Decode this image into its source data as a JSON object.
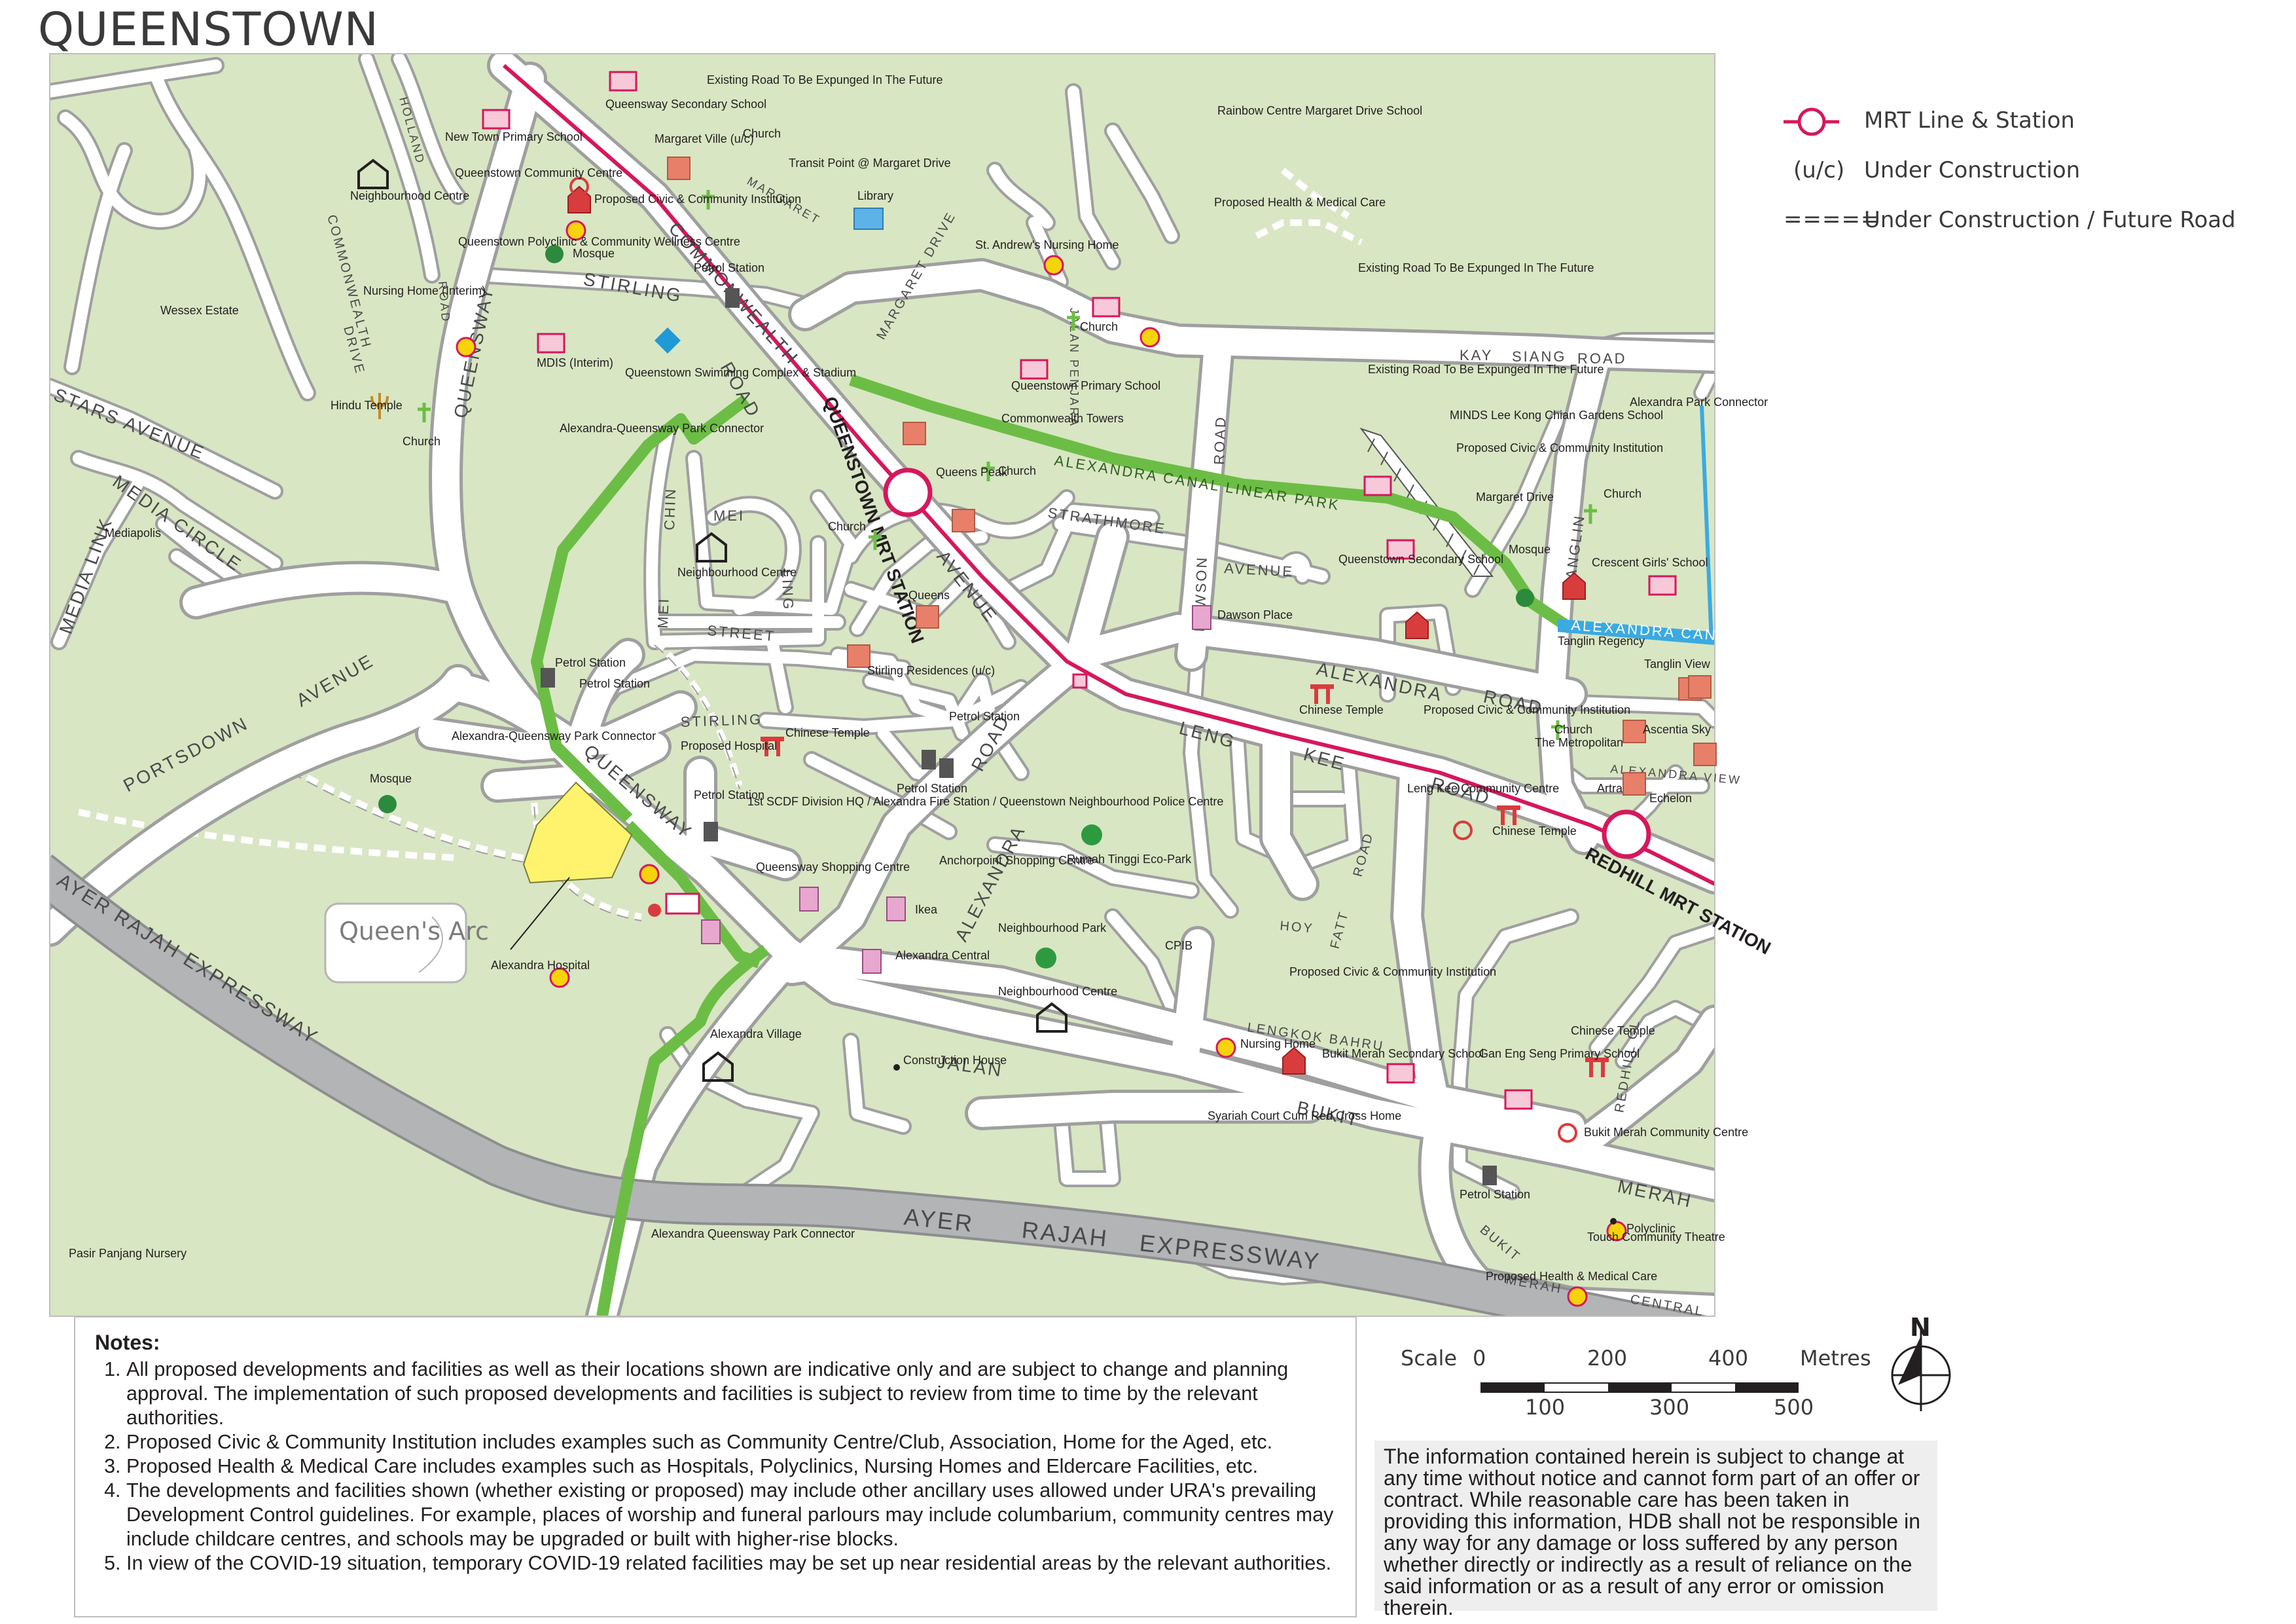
{
  "title": "QUEENSTOWN",
  "legend": {
    "mrt": "MRT Line & Station",
    "uc_symbol": "(u/c)",
    "uc": "Under Construction",
    "future_symbol": "=====",
    "future": "Under Construction / Future Road"
  },
  "colors": {
    "map_bg": "#d8e6c3",
    "road": "#ffffff",
    "road_edge": "#a8a8a8",
    "expressway": "#b3b4b6",
    "mrt_line": "#d6175d",
    "park_connector": "#6cbd45",
    "canal": "#3aaae1",
    "site": "#fff36d"
  },
  "roads": {
    "commonwealth_avenue": "AVENUE",
    "commonwealth": "COMMONWEALTH",
    "queensway": "QUEENSWAY",
    "queensway_south": "QUEENSWAY",
    "stirling_road": "STIRLING",
    "road": "ROAD",
    "stars_avenue": "STARS AVENUE",
    "media_circle": "MEDIA CIRCLE",
    "media_link": "MEDIA LINK",
    "portsdown_avenue": "PORTSDOWN",
    "avenue": "AVENUE",
    "ayer_rajah_expressway_nw": "AYER RAJAH EXPRESSWAY",
    "ayer": "AYER",
    "rajah": "RAJAH",
    "expressway": "EXPRESSWAY",
    "alexandra_road": "ALEXANDRA",
    "alexandra_road_s": "ROAD",
    "alexandra_road_v": "ALEXANDRA",
    "leng": "LENG",
    "kee": "KEE",
    "kee_road": "ROAD",
    "kay": "KAY",
    "siang": "SIANG",
    "kay_road": "ROAD",
    "strathmore": "STRATHMORE",
    "strathmore_avenue": "AVENUE",
    "dawson": "DAWSON",
    "tanglin": "TANGLIN",
    "mei_chin": "MEI",
    "chin": "CHIN",
    "mei_ling": "MEI",
    "ling": "LING",
    "street": "STREET",
    "margaret_drive": "MARGARET DRIVE",
    "margaret": "MARGARET",
    "jalan": "JALAN",
    "bukit": "BUKIT",
    "merah": "MERAH",
    "bukit_merah_central": "BUKIT",
    "merah_central_1": "MERAH",
    "central": "CENTRAL",
    "hoy_fatt": "HOY",
    "fatt": "FATT",
    "fatt_road": "ROAD",
    "lengkok_bahru": "LENGKOK BAHRU",
    "jalan_penjara": "JALAN PENJARA",
    "commonwealth_drive": "COMMONWEALTH",
    "drive": "DRIVE",
    "dover_road": "ROAD",
    "holland": "HOLLAND",
    "alexandra_view": "ALEXANDRA VIEW",
    "canal_linear_park": "ALEXANDRA   CANAL   LINEAR   PARK",
    "alexandra_canal": "ALEXANDRA  CANAL",
    "redhill_close": "REDHILL CL"
  },
  "stations": {
    "queenstown": "QUEENSTOWN MRT STATION",
    "redhill": "REDHILL MRT STATION"
  },
  "labels": {
    "existing_road_expunged_1": "Existing Road To Be Expunged In The Future",
    "queensway_secondary": "Queensway Secondary School",
    "margaret_ville": "Margaret Ville (u/c)",
    "church_1": "Church",
    "transit_point": "Transit Point @ Margaret Drive",
    "library": "Library",
    "new_town_primary": "New Town Primary School",
    "queenstown_cc": "Queenstown Community Centre",
    "proposed_civic_1": "Proposed Civic & Community Institution",
    "neighbourhood_centre_1": "Neighbourhood Centre",
    "polyclinic": "Queenstown Polyclinic & Community Wellness Centre",
    "mosque_1": "Mosque",
    "petrol_1": "Petrol Station",
    "nursing_home_interim": "Nursing Home (Interim)",
    "wessex": "Wessex Estate",
    "mdis": "MDIS (Interim)",
    "swimming": "Queenstown Swimming Complex & Stadium",
    "hindu_temple": "Hindu Temple",
    "church_2": "Church",
    "aq_park_connector_1": "Alexandra-Queensway Park Connector",
    "mediapolis": "Mediapolis",
    "neighbourhood_centre_2": "Neighbourhood Centre",
    "church_3": "Church",
    "queens": "Queens",
    "stirling_residences": "Stirling Residences (u/c)",
    "petrol_2": "Petrol Station",
    "petrol_3": "Petrol Station",
    "chinese_temple_1": "Chinese Temple",
    "petrol_4": "Petrol Station",
    "petrol_5": "Petrol Station",
    "aq_park_connector_2": "Alexandra-Queensway Park Connector",
    "mosque_2": "Mosque",
    "proposed_hospital": "Proposed Hospital",
    "petrol_6": "Petrol Station",
    "scdf": "1st SCDF Division HQ / Alexandra Fire Station / Queenstown Neighbourhood Police Centre",
    "queensway_sc": "Queensway Shopping Centre",
    "anchorpoint": "Anchorpoint Shopping Centre",
    "ikea": "Ikea",
    "alexandra_central": "Alexandra Central",
    "rumah_tinggi": "Rumah Tinggi Eco-Park",
    "neighbourhood_park": "Neighbourhood Park",
    "neighbourhood_centre_3": "Neighbourhood Centre",
    "alexandra_hospital": "Alexandra Hospital",
    "alexandra_village": "Alexandra Village",
    "construction_house": "Construction House",
    "aq_park_connector_3": "Alexandra Queensway Park Connector",
    "pasir_panjang": "Pasir Panjang Nursery",
    "queenstown_primary": "Queenstown Primary School",
    "commonwealth_towers": "Commonwealth Towers",
    "queens_peak": "Queens Peak",
    "church_4": "Church",
    "st_andrews": "St. Andrew's Nursing Home",
    "church_5": "Church",
    "rainbow_centre": "Rainbow Centre Margaret Drive School",
    "proposed_health_1": "Proposed Health & Medical Care",
    "existing_road_expunged_2": "Existing Road To Be Expunged In The Future",
    "existing_road_expunged_3": "Existing Road To Be Expunged In The Future",
    "minds": "MINDS Lee Kong Chian Gardens School",
    "proposed_civic_2": "Proposed Civic & Community Institution",
    "margaret_drive_lbl": "Margaret Drive",
    "alexandra_park_connector": "Alexandra Park Connector",
    "church_6": "Church",
    "crescent_girls": "Crescent Girls' School",
    "mosque_3": "Mosque",
    "queenstown_secondary": "Queenstown Secondary School",
    "dawson_place": "Dawson Place",
    "tanglin_regency": "Tanglin Regency",
    "tanglin_view": "Tanglin View",
    "chinese_temple_2": "Chinese Temple",
    "proposed_civic_3": "Proposed Civic & Community Institution",
    "church_7": "Church",
    "the_metropolitan": "The Metropolitan",
    "ascentia": "Ascentia Sky",
    "artra": "Artra",
    "echelon": "Echelon",
    "leng_kee_cc": "Leng Kee Community Centre",
    "chinese_temple_3": "Chinese Temple",
    "cpib": "CPIB",
    "proposed_civic_4": "Proposed Civic & Community Institution",
    "nursing_home_2": "Nursing Home",
    "bukit_merah_sec": "Bukit Merah Secondary School",
    "syariah": "Syariah Court Cum Red Cross Home",
    "gan_eng_seng": "Gan Eng Seng Primary School",
    "chinese_temple_4": "Chinese Temple",
    "bukit_merah_cc": "Bukit Merah Community Centre",
    "petrol_7": "Petrol Station",
    "polyclinic_2": "Polyclinic",
    "touch_theatre": "Touch Community Theatre",
    "proposed_health_2": "Proposed Health & Medical Care"
  },
  "site": {
    "name": "Queen's Arc"
  },
  "scale": {
    "label": "Scale",
    "unit": "Metres",
    "top_ticks": [
      "0",
      "200",
      "400"
    ],
    "bottom_ticks": [
      "100",
      "300",
      "500"
    ],
    "north": "N"
  },
  "notes": {
    "heading": "Notes:",
    "items": [
      "All proposed developments and facilities as well as their locations shown are indicative only and are subject to change and planning approval. The implementation of such proposed developments and facilities is subject to review from time to time by the relevant authorities.",
      "Proposed Civic & Community Institution includes examples such as Community Centre/Club, Association, Home for the Aged, etc.",
      "Proposed Health & Medical Care includes examples such as Hospitals, Polyclinics, Nursing Homes and Eldercare Facilities, etc.",
      "The developments and facilities shown (whether existing or proposed) may include other ancillary uses allowed under URA's prevailing Development Control guidelines. For example, places of worship and funeral parlours may include columbarium, community centres may include childcare centres, and schools may be upgraded or built with higher-rise blocks.",
      "In view of the COVID-19 situation, temporary COVID-19 related facilities may be set up near residential areas by the relevant authorities."
    ]
  },
  "disclaimer": "The information contained herein is subject to change at any time without notice and cannot form part of an offer or contract. While reasonable care has been taken in providing this information, HDB shall not be responsible in any way for any damage or loss suffered by any person whether directly or indirectly as a result of reliance on the said information or as a result of any error or omission therein."
}
